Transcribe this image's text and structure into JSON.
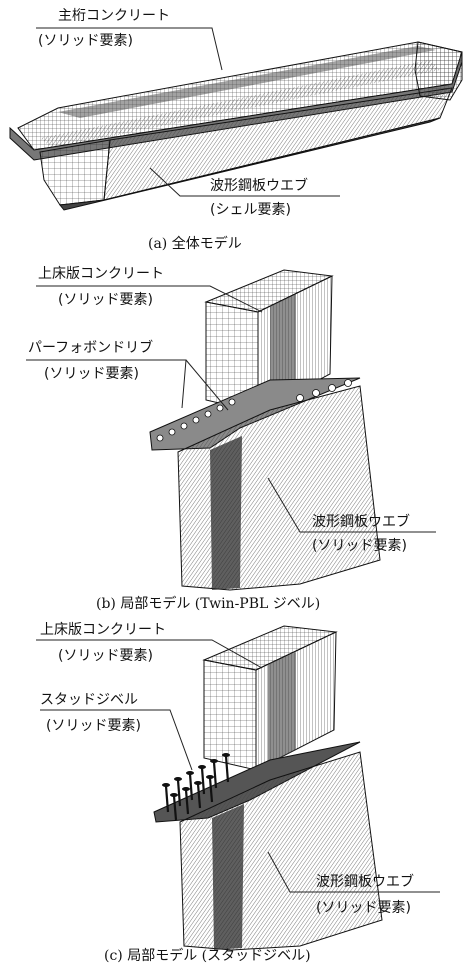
{
  "figure_a": {
    "label_main": "主桁コンクリート",
    "label_main_sub": "(ソリッド要素)",
    "label_web": "波形鋼板ウエブ",
    "label_web_sub": "(シェル要素)",
    "caption": "(a)  全体モデル"
  },
  "figure_b": {
    "label_slab": "上床版コンクリート",
    "label_slab_sub": "(ソリッド要素)",
    "label_rib": "パーフォボンドリブ",
    "label_rib_sub": "(ソリッド要素)",
    "label_web": "波形鋼板ウエブ",
    "label_web_sub": "(ソリッド要素)",
    "caption": "(b)  局部モデル (Twin-PBL ジベル)"
  },
  "figure_c": {
    "label_slab": "上床版コンクリート",
    "label_slab_sub": "(ソリッド要素)",
    "label_stud": "スタッドジベル",
    "label_stud_sub": "(ソリッド要素)",
    "label_web": "波形鋼板ウエブ",
    "label_web_sub": "(ソリッド要素)",
    "caption": "(c)  局部モデル (スタッドジベル)"
  },
  "colors": {
    "mesh": "#333333",
    "dark": "#1a1a1a",
    "paper": "#ffffff"
  }
}
